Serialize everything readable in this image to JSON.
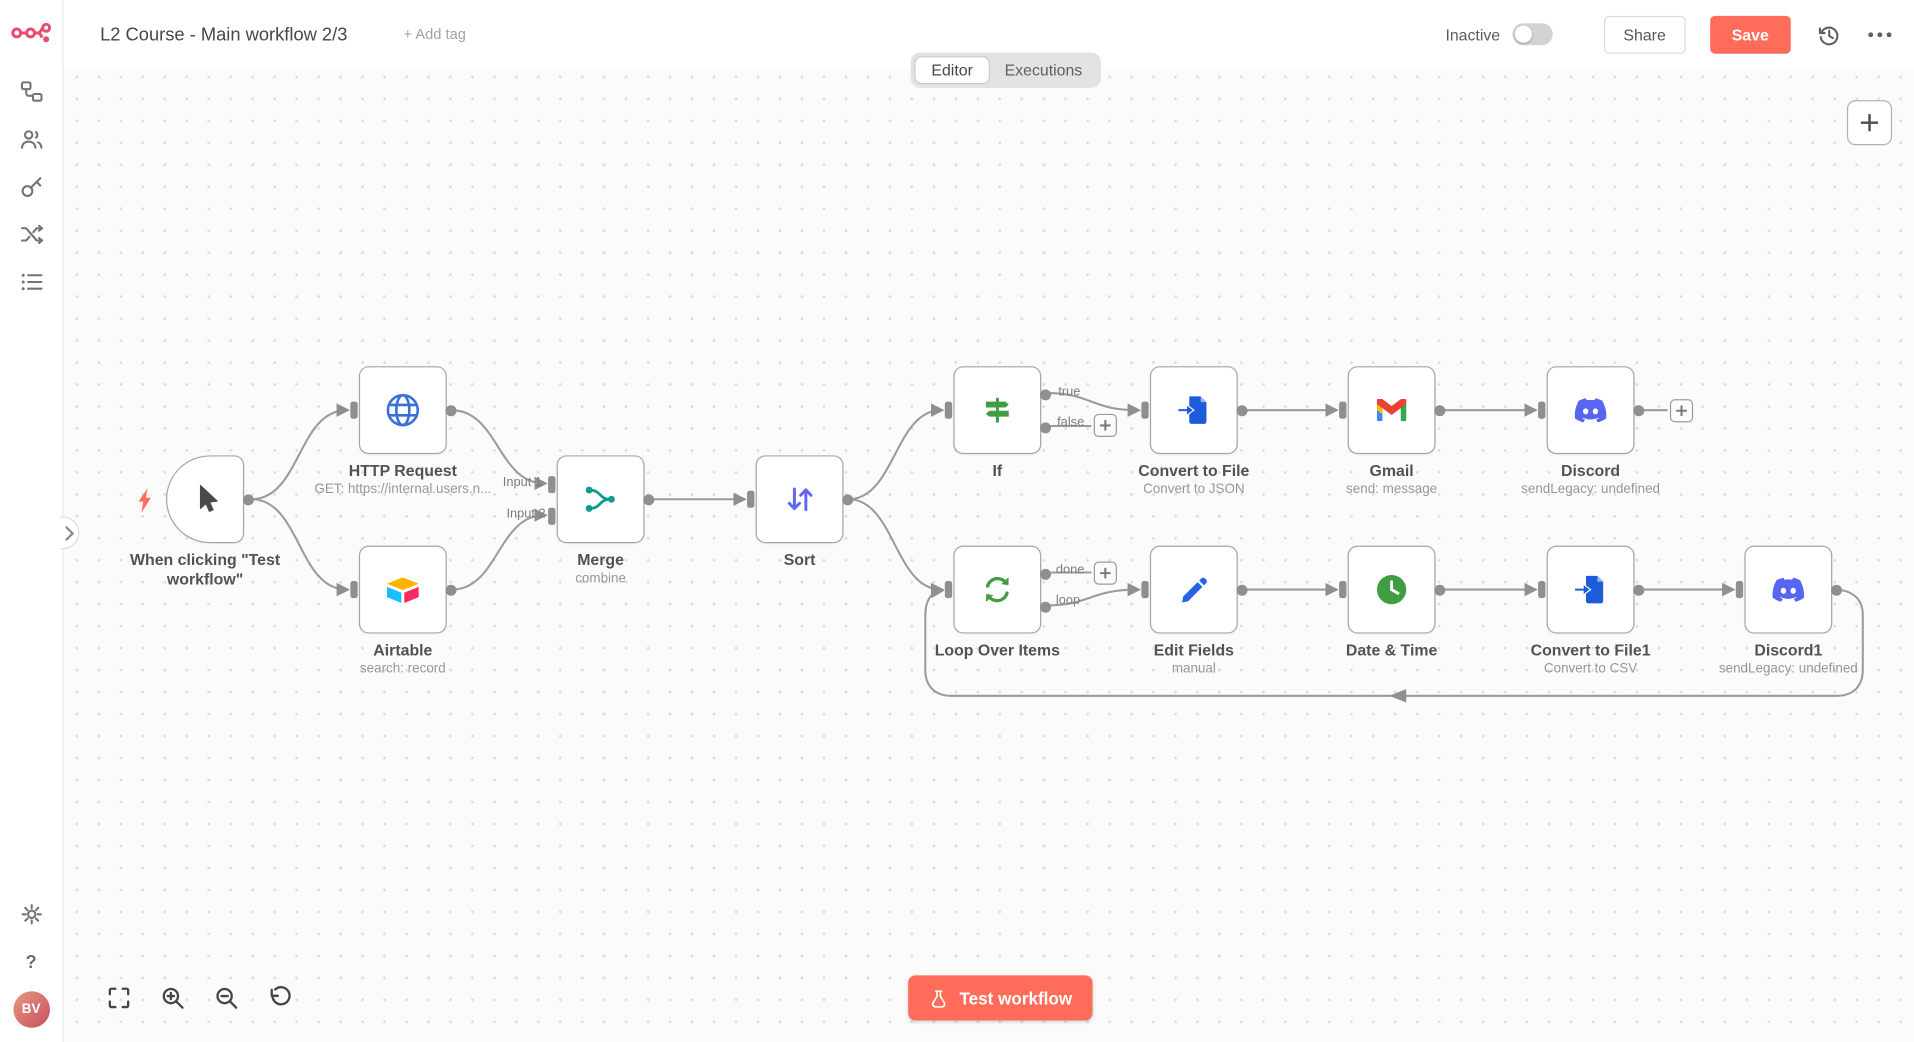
{
  "header": {
    "title": "L2 Course - Main workflow 2/3",
    "add_tag": "+ Add tag",
    "activation": {
      "label": "Inactive",
      "enabled": false
    },
    "share": "Share",
    "save": "Save"
  },
  "tabs": {
    "editor": "Editor",
    "executions": "Executions"
  },
  "sidebar": {
    "avatar_initials": "BV",
    "help_label": "?"
  },
  "canvas": {
    "nodes": [
      {
        "id": "trigger",
        "name": "When clicking \"Test workflow\"",
        "subtitle": ""
      },
      {
        "id": "http-request",
        "name": "HTTP Request",
        "subtitle": "GET: https://internal.users.n..."
      },
      {
        "id": "airtable",
        "name": "Airtable",
        "subtitle": "search: record"
      },
      {
        "id": "merge",
        "name": "Merge",
        "subtitle": "combine"
      },
      {
        "id": "sort",
        "name": "Sort",
        "subtitle": ""
      },
      {
        "id": "if",
        "name": "If",
        "subtitle": ""
      },
      {
        "id": "convert-to-file",
        "name": "Convert to File",
        "subtitle": "Convert to JSON"
      },
      {
        "id": "gmail",
        "name": "Gmail",
        "subtitle": "send: message"
      },
      {
        "id": "discord",
        "name": "Discord",
        "subtitle": "sendLegacy: undefined"
      },
      {
        "id": "loop-over-items",
        "name": "Loop Over Items",
        "subtitle": ""
      },
      {
        "id": "edit-fields",
        "name": "Edit Fields",
        "subtitle": "manual"
      },
      {
        "id": "date-time",
        "name": "Date & Time",
        "subtitle": ""
      },
      {
        "id": "convert-to-file1",
        "name": "Convert to File1",
        "subtitle": "Convert to CSV"
      },
      {
        "id": "discord1",
        "name": "Discord1",
        "subtitle": "sendLegacy: undefined"
      }
    ],
    "wire_labels": {
      "input1": "Input 1",
      "input2": "Input 2",
      "if_true": "true",
      "if_false": "false",
      "loop_done": "done",
      "loop_loop": "loop"
    }
  },
  "controls": {
    "test_workflow": "Test workflow"
  },
  "colors": {
    "accent": "#ff6d5a",
    "brand": "#ea4b71",
    "wire": "#9b9b9b",
    "canvas_bg": "#fbfbfb"
  }
}
